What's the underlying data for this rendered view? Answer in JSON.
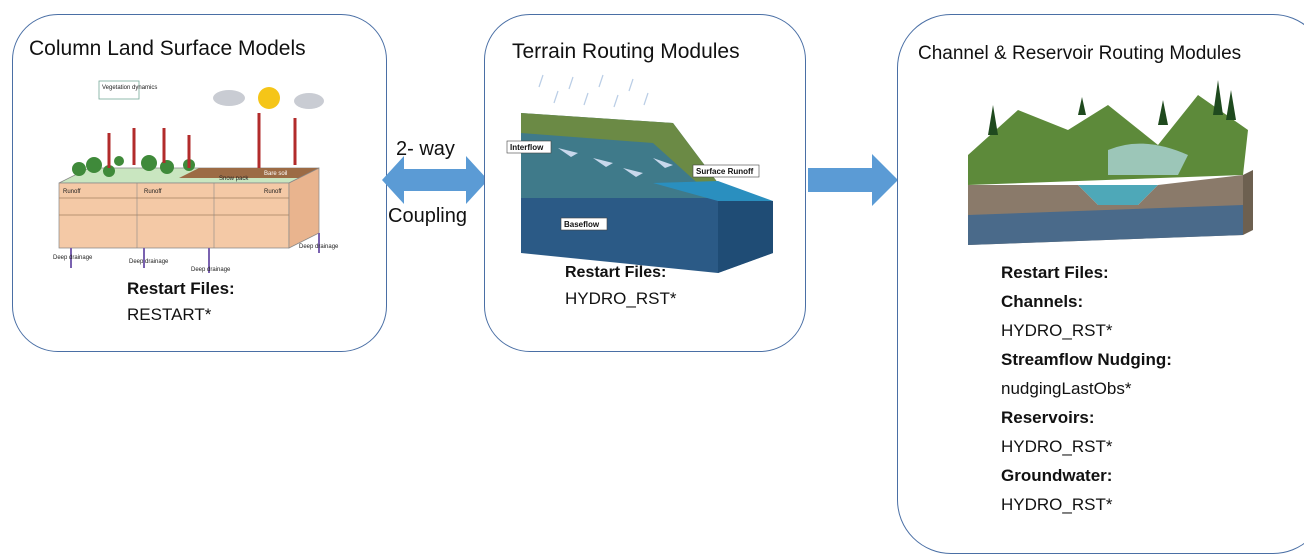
{
  "panel1": {
    "title": "Column Land Surface Models",
    "restart_label": "Restart Files:",
    "restart_value": "RESTART*",
    "illustration_labels": [
      "Runoff",
      "Runoff",
      "Runoff",
      "Deep drainage",
      "Deep drainage",
      "Deep drainage",
      "Deep drainage",
      "Snow pack",
      "Bare soil",
      "Vegetation dynamics"
    ]
  },
  "coupling": {
    "top": "2- way",
    "bottom": "Coupling"
  },
  "panel2": {
    "title": "Terrain Routing Modules",
    "restart_label": "Restart Files:",
    "restart_value": "HYDRO_RST*",
    "illustration_labels": {
      "interflow": "Interflow",
      "surface_runoff": "Surface Runoff",
      "baseflow": "Baseflow"
    }
  },
  "panel3": {
    "title": "Channel & Reservoir Routing Modules",
    "restart_label": "Restart Files:",
    "entries": [
      {
        "label": "Channels:",
        "value": "HYDRO_RST*"
      },
      {
        "label": "Streamflow Nudging:",
        "value": "nudgingLastObs*"
      },
      {
        "label": "Reservoirs:",
        "value": "HYDRO_RST*"
      },
      {
        "label": "Groundwater:",
        "value": "HYDRO_RST*"
      }
    ]
  },
  "colors": {
    "border": "#4a6fa5",
    "arrow": "#5b9bd5",
    "water": "#2f5f86"
  }
}
